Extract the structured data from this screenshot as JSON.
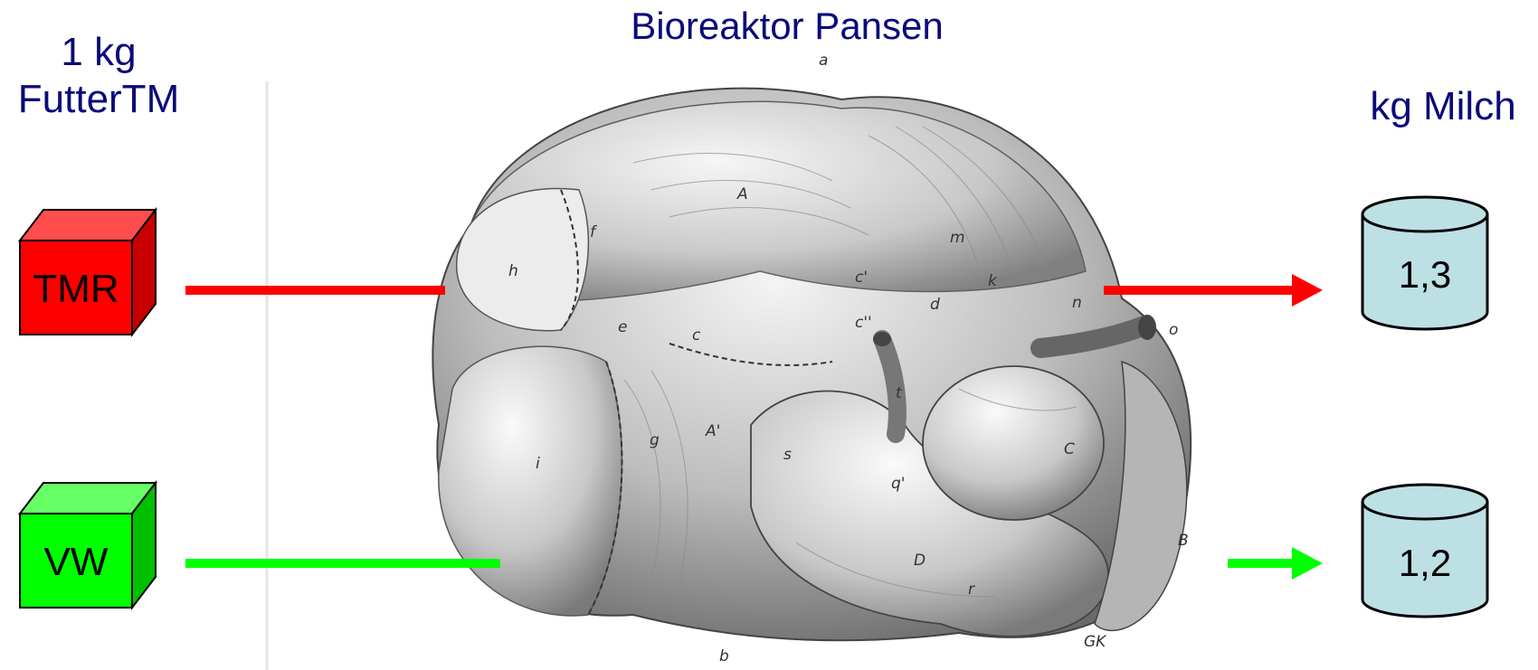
{
  "title": "Bioreaktor Pansen",
  "input_heading": {
    "line1": "1 kg",
    "line2": "FutterTM"
  },
  "output_heading": "kg Milch",
  "feeds": [
    {
      "label": "TMR",
      "color": "#ff0000",
      "milk": "1,3"
    },
    {
      "label": "VW",
      "color": "#00ff00",
      "milk": "1,2"
    }
  ],
  "drum_color": "#bde0e4",
  "illustration": {
    "subject": "stomach-illustration",
    "letters": [
      "a",
      "A",
      "h",
      "f",
      "e",
      "c",
      "c'",
      "c''",
      "m",
      "k",
      "n",
      "o",
      "d",
      "t",
      "i",
      "g",
      "A'",
      "s",
      "q'",
      "C",
      "D",
      "r",
      "B",
      "b",
      "GK"
    ]
  }
}
